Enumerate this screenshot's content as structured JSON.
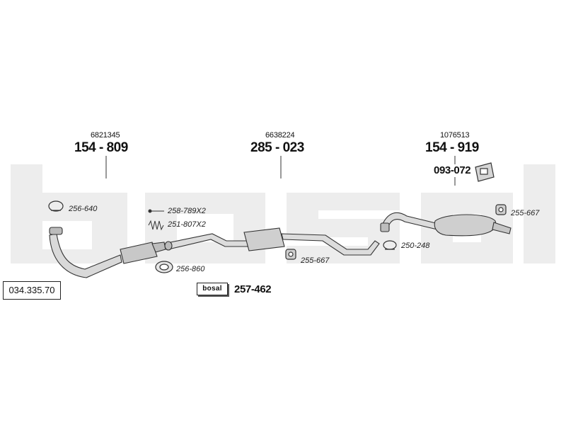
{
  "watermark": "bosal",
  "reference": "034.335.70",
  "groups": [
    {
      "oem": "6821345",
      "part": "154 - 809"
    },
    {
      "oem": "6638224",
      "part": "285 - 023"
    },
    {
      "oem": "1076513",
      "part": "154 - 919"
    }
  ],
  "bracket_part": "093-072",
  "small_parts": {
    "clamp_front": "256-640",
    "bolt": "258-789X2",
    "spring": "251-807X2",
    "ring": "256-860",
    "rubber_mid": "255-667",
    "clamp_rear": "250-248",
    "rubber_rear": "255-667"
  },
  "kit_logo": "bosal",
  "kit_part": "257-462"
}
